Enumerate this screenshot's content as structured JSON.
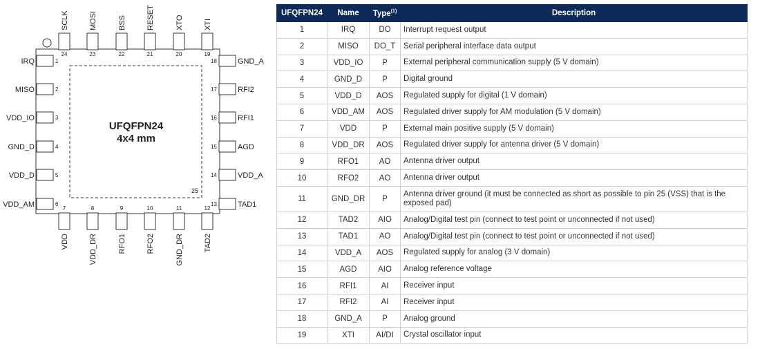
{
  "package": {
    "name": "UFQFPN24",
    "size": "4x4 mm"
  },
  "exposed_pad_number": "25",
  "pins_left": [
    {
      "num": "1",
      "name": "IRQ"
    },
    {
      "num": "2",
      "name": "MISO"
    },
    {
      "num": "3",
      "name": "VDD_IO"
    },
    {
      "num": "4",
      "name": "GND_D"
    },
    {
      "num": "5",
      "name": "VDD_D"
    },
    {
      "num": "6",
      "name": "VDD_AM"
    }
  ],
  "pins_bottom": [
    {
      "num": "7",
      "name": "VDD"
    },
    {
      "num": "8",
      "name": "VDD_DR"
    },
    {
      "num": "9",
      "name": "RFO1"
    },
    {
      "num": "10",
      "name": "RFO2"
    },
    {
      "num": "11",
      "name": "GND_DR"
    },
    {
      "num": "12",
      "name": "TAD2"
    }
  ],
  "pins_right": [
    {
      "num": "18",
      "name": "GND_A"
    },
    {
      "num": "17",
      "name": "RFI2"
    },
    {
      "num": "16",
      "name": "RFI1"
    },
    {
      "num": "15",
      "name": "AGD"
    },
    {
      "num": "14",
      "name": "VDD_A"
    },
    {
      "num": "13",
      "name": "TAD1"
    }
  ],
  "pins_top": [
    {
      "num": "24",
      "name": "SCLK"
    },
    {
      "num": "23",
      "name": "MOSI"
    },
    {
      "num": "22",
      "name": "BSS"
    },
    {
      "num": "21",
      "name": "RESET"
    },
    {
      "num": "20",
      "name": "XTO"
    },
    {
      "num": "19",
      "name": "XTI"
    }
  ],
  "table": {
    "headers": {
      "pkg": "UFQFPN24",
      "name": "Name",
      "type": "Type",
      "type_note": "(1)",
      "desc": "Description"
    },
    "rows": [
      {
        "pin": "1",
        "name": "IRQ",
        "type": "DO",
        "desc": "Interrupt request output"
      },
      {
        "pin": "2",
        "name": "MISO",
        "type": "DO_T",
        "desc": "Serial peripheral interface data output"
      },
      {
        "pin": "3",
        "name": "VDD_IO",
        "type": "P",
        "desc": "External peripheral communication supply (5 V domain)"
      },
      {
        "pin": "4",
        "name": "GND_D",
        "type": "P",
        "desc": "Digital ground"
      },
      {
        "pin": "5",
        "name": "VDD_D",
        "type": "AOS",
        "desc": "Regulated supply for digital (1 V domain)"
      },
      {
        "pin": "6",
        "name": "VDD_AM",
        "type": "AOS",
        "desc": "Regulated driver supply for AM modulation (5 V domain)"
      },
      {
        "pin": "7",
        "name": "VDD",
        "type": "P",
        "desc": "External main positive supply (5 V domain)"
      },
      {
        "pin": "8",
        "name": "VDD_DR",
        "type": "AOS",
        "desc": "Regulated driver supply for antenna driver (5 V domain)"
      },
      {
        "pin": "9",
        "name": "RFO1",
        "type": "AO",
        "desc": "Antenna driver output"
      },
      {
        "pin": "10",
        "name": "RFO2",
        "type": "AO",
        "desc": "Antenna driver output"
      },
      {
        "pin": "11",
        "name": "GND_DR",
        "type": "P",
        "desc": "Antenna driver ground (it must be connected as short as possible to pin 25 (VSS) that is the exposed pad)"
      },
      {
        "pin": "12",
        "name": "TAD2",
        "type": "AIO",
        "desc": "Analog/Digital test pin (connect to test point or unconnected if not used)"
      },
      {
        "pin": "13",
        "name": "TAD1",
        "type": "AO",
        "desc": "Analog/Digital test pin (connect to test point or unconnected if not used)"
      },
      {
        "pin": "14",
        "name": "VDD_A",
        "type": "AOS",
        "desc": "Regulated supply for analog (3 V domain)"
      },
      {
        "pin": "15",
        "name": "AGD",
        "type": "AIO",
        "desc": "Analog reference voltage"
      },
      {
        "pin": "16",
        "name": "RFI1",
        "type": "AI",
        "desc": "Receiver input"
      },
      {
        "pin": "17",
        "name": "RFI2",
        "type": "AI",
        "desc": "Receiver input"
      },
      {
        "pin": "18",
        "name": "GND_A",
        "type": "P",
        "desc": "Analog ground"
      },
      {
        "pin": "19",
        "name": "XTI",
        "type": "AI/DI",
        "desc": "Crystal oscillator input"
      }
    ]
  },
  "colors": {
    "header_bg": "#0e2a59",
    "header_text": "#ffffff",
    "border": "#cfcfcf"
  }
}
